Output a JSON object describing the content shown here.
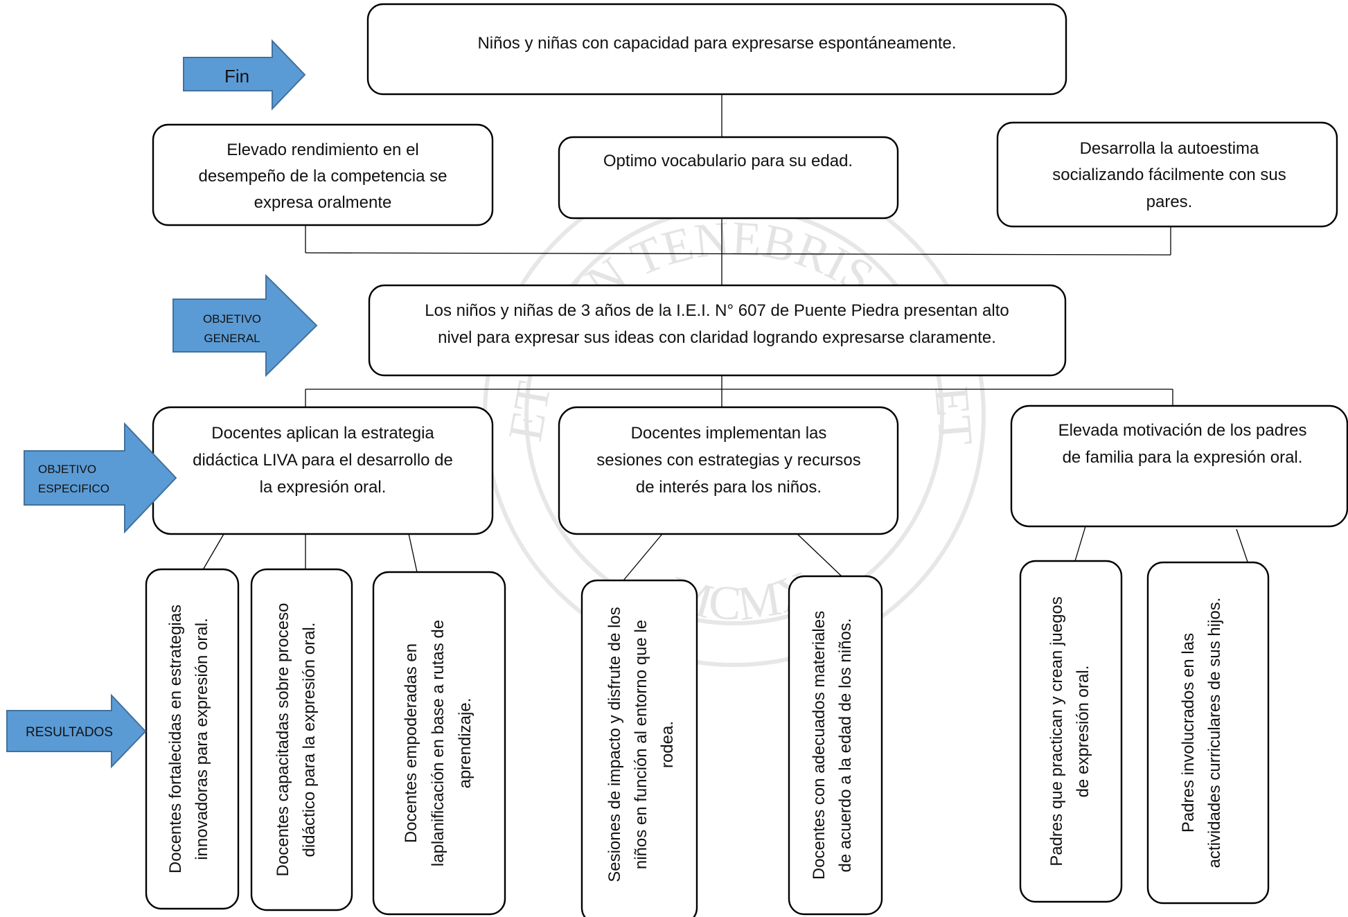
{
  "watermark": {
    "top_text": "IN TENEBRIS",
    "left_letters": "ET",
    "right_letters": "ET",
    "bottom_text": "MCMX"
  },
  "arrows": {
    "fin": "Fin",
    "objetivo_general": [
      "OBJETIVO",
      "GENERAL"
    ],
    "objetivo_especifico": [
      "OBJETIVO",
      "ESPECIFICO"
    ],
    "resultados": "RESULTADOS",
    "color": "#5b9bd5"
  },
  "fin": {
    "text": "Niños y niñas con capacidad para expresarse espontáneamente."
  },
  "fines_secundarios": [
    [
      "Elevado rendimiento en el",
      "desempeño de la competencia se",
      "expresa oralmente"
    ],
    [
      "Optimo vocabulario  para su edad."
    ],
    [
      "Desarrolla  la  autoestima",
      "socializando fácilmente  con sus",
      "pares."
    ]
  ],
  "objetivo_general": {
    "lines": [
      "Los niños y niñas de 3 años de la I.E.I. N° 607  de Puente Piedra presentan  alto",
      "nivel   para expresar sus ideas con claridad logrando expresarse claramente."
    ]
  },
  "objetivos_especificos": [
    [
      "Docentes   aplican la estrategia",
      "didáctica LIVA para el desarrollo de",
      "la expresión oral."
    ],
    [
      "Docentes implementan  las",
      "sesiones con estrategias  y recursos",
      "de interés para los niños."
    ],
    [
      "Elevada motivación de los padres",
      "de familia para la expresión oral."
    ]
  ],
  "resultados": [
    [
      "Docentes  fortalecidas en estrategias",
      "innovadoras  para expresión oral."
    ],
    [
      "Docentes capacitadas sobre proceso",
      "didáctico  para  la expresión oral."
    ],
    [
      "Docentes empoderadas en",
      "laplanificación en base a rutas de",
      "aprendizaje."
    ],
    [
      "Sesiones de impacto y disfrute de los",
      "niños en función al entorno que le",
      "rodea."
    ],
    [
      "Docentes con adecuados materiales",
      "de acuerdo a la edad de los niños."
    ],
    [
      "Padres que practican y  crean juegos",
      "de expresión oral."
    ],
    [
      "Padres  involucrados en las",
      "actividades curriculares de sus hijos."
    ]
  ]
}
